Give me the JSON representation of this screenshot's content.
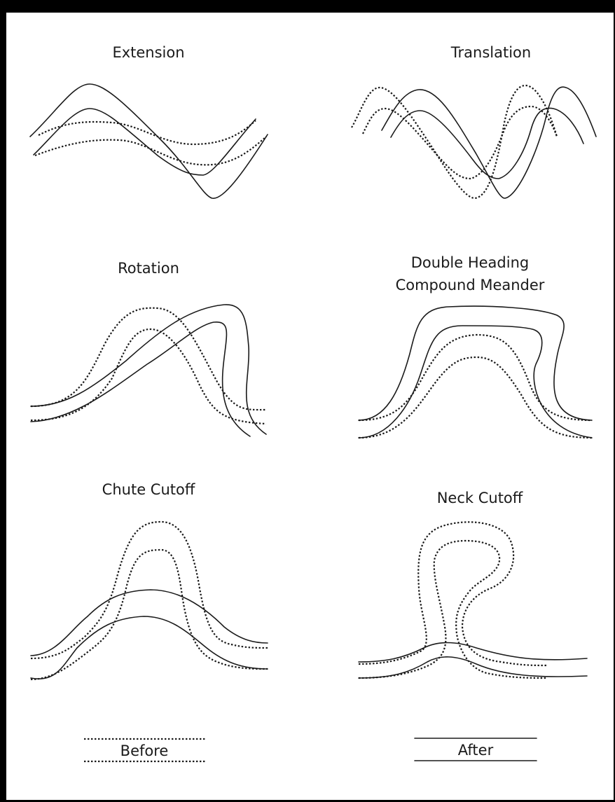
{
  "panels": [
    {
      "id": "extension",
      "title_lines": [
        "Extension"
      ]
    },
    {
      "id": "translation",
      "title_lines": [
        "Translation"
      ]
    },
    {
      "id": "rotation",
      "title_lines": [
        "Rotation"
      ]
    },
    {
      "id": "double-heading",
      "title_lines": [
        "Double Heading",
        "Compound Meander"
      ]
    },
    {
      "id": "chute-cutoff",
      "title_lines": [
        "Chute Cutoff"
      ]
    },
    {
      "id": "neck-cutoff",
      "title_lines": [
        "Neck Cutoff"
      ]
    }
  ],
  "legend": {
    "before_label": "Before",
    "after_label": "After",
    "before_style": "dotted",
    "after_style": "solid"
  },
  "colors": {
    "line": "#1a1a1a",
    "frame": "#000000",
    "background": "#ffffff"
  }
}
